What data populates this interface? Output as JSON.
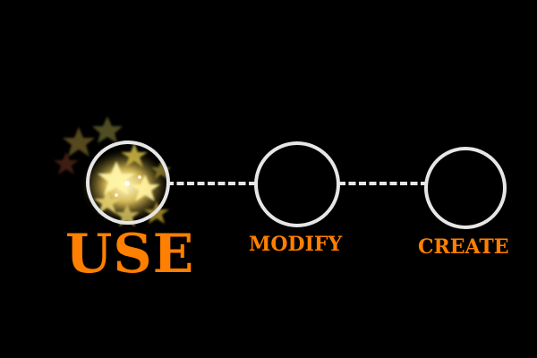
{
  "steps": [
    {
      "label": "USE",
      "active": true
    },
    {
      "label": "MODIFY",
      "active": false
    },
    {
      "label": "CREATE",
      "active": false
    }
  ],
  "colors": {
    "background": "#000000",
    "accent": "#ff7f00",
    "node_stroke": "#e6e6e6",
    "sparkle_core": "#fff7a0",
    "sparkle_glow": "#d8b24a"
  }
}
